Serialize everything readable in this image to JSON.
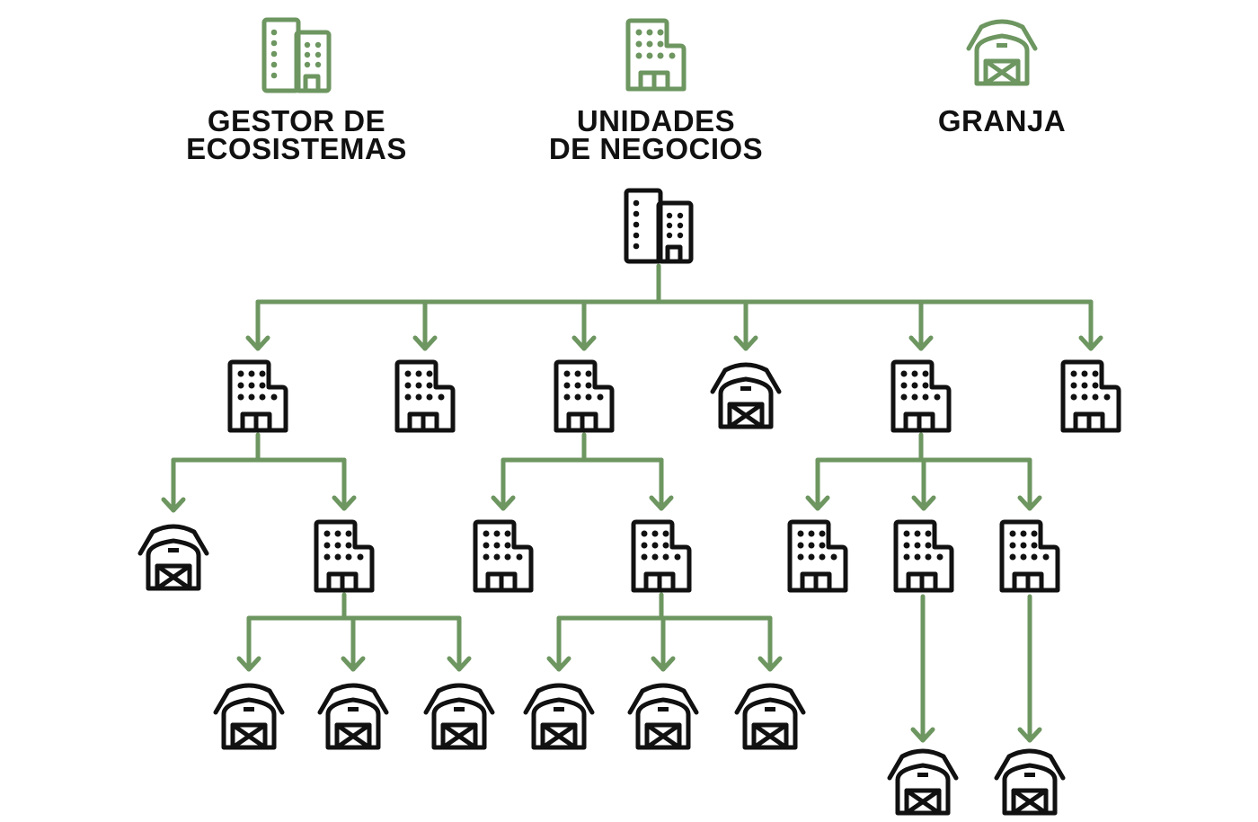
{
  "colors": {
    "accent": "#6d9660",
    "ink": "#111111",
    "background": "#ffffff"
  },
  "legend": [
    {
      "key": "ecosystem_manager",
      "icon": "ecosystem-manager-icon",
      "lines": [
        "GESTOR DE",
        "ECOSISTEMAS"
      ]
    },
    {
      "key": "business_unit",
      "icon": "business-unit-icon",
      "lines": [
        "UNIDADES",
        "DE NEGOCIOS"
      ]
    },
    {
      "key": "farm",
      "icon": "farm-icon",
      "lines": [
        "GRANJA"
      ]
    }
  ],
  "hierarchy": {
    "type": "ecosystem_manager",
    "children": [
      {
        "type": "business_unit",
        "children": [
          {
            "type": "farm"
          },
          {
            "type": "business_unit",
            "children": [
              {
                "type": "farm"
              },
              {
                "type": "farm"
              },
              {
                "type": "farm"
              }
            ]
          }
        ]
      },
      {
        "type": "business_unit"
      },
      {
        "type": "business_unit",
        "children": [
          {
            "type": "business_unit"
          },
          {
            "type": "business_unit",
            "children": [
              {
                "type": "farm"
              },
              {
                "type": "farm"
              },
              {
                "type": "farm"
              }
            ]
          }
        ]
      },
      {
        "type": "farm"
      },
      {
        "type": "business_unit",
        "children": [
          {
            "type": "business_unit"
          },
          {
            "type": "business_unit",
            "children": [
              {
                "type": "farm"
              }
            ]
          },
          {
            "type": "business_unit",
            "children": [
              {
                "type": "farm"
              }
            ]
          }
        ]
      },
      {
        "type": "business_unit"
      }
    ]
  }
}
